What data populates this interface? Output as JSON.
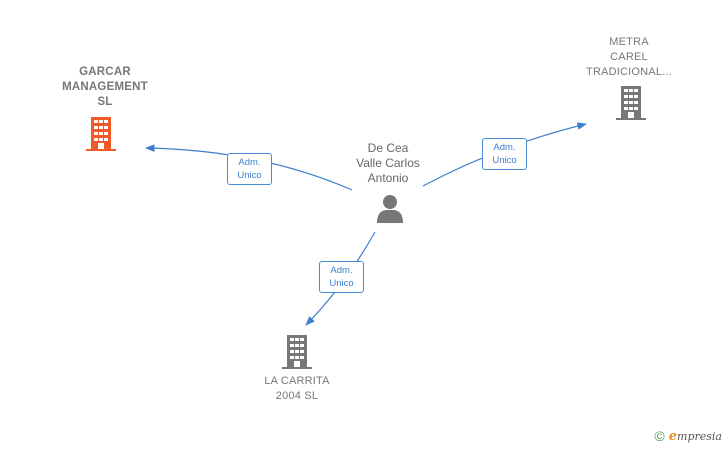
{
  "nodes": {
    "garcar": {
      "lines": [
        "GARCAR",
        "MANAGEMENT",
        "SL"
      ],
      "color": "#f05a28"
    },
    "metra": {
      "lines": [
        "METRA",
        "CAREL",
        "TRADICIONAL..."
      ],
      "color": "#777777"
    },
    "carrita": {
      "lines": [
        "LA CARRITA",
        "2004 SL"
      ],
      "color": "#777777"
    },
    "person": {
      "lines": [
        "De Cea",
        "Valle Carlos",
        "Antonio"
      ],
      "color": "#777777"
    }
  },
  "edges": {
    "to_garcar": {
      "lines": [
        "Adm.",
        "Unico"
      ]
    },
    "to_metra": {
      "lines": [
        "Adm.",
        "Unico"
      ]
    },
    "to_carrita": {
      "lines": [
        "Adm.",
        "Unico"
      ]
    }
  },
  "edge_color": "#3d7fcf",
  "brand": {
    "copyright": "©",
    "initial": "e",
    "name": "mpresia"
  }
}
